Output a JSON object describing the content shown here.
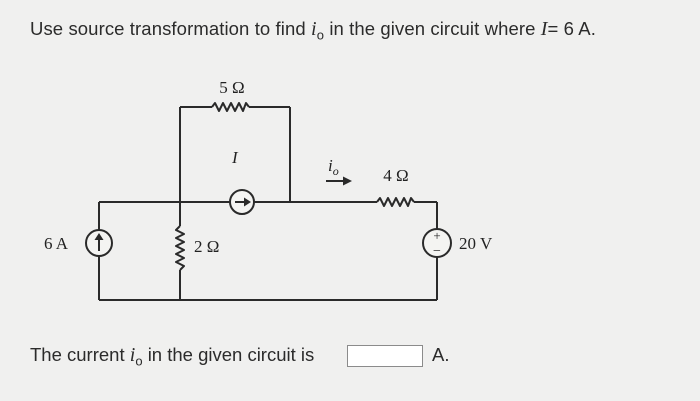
{
  "question": {
    "prefix": "Use source transformation to find",
    "var": "i",
    "var_sub": "o",
    "suffix": "in the given circuit where",
    "given_var": "I",
    "given_val": "= 6 A."
  },
  "circuit": {
    "r_top": "5 Ω",
    "r_shunt": "2 Ω",
    "r_series": "4 Ω",
    "current_source_left": "6 A",
    "dependent_source_label": "I",
    "current_label_var": "i",
    "current_label_sub": "o",
    "voltage_source": "20 V",
    "plus_sign": "+",
    "minus_sign": "−"
  },
  "answer": {
    "prefix": "The current",
    "var": "i",
    "var_sub": "o",
    "suffix": "in the given circuit is",
    "value": "",
    "unit": "A."
  }
}
